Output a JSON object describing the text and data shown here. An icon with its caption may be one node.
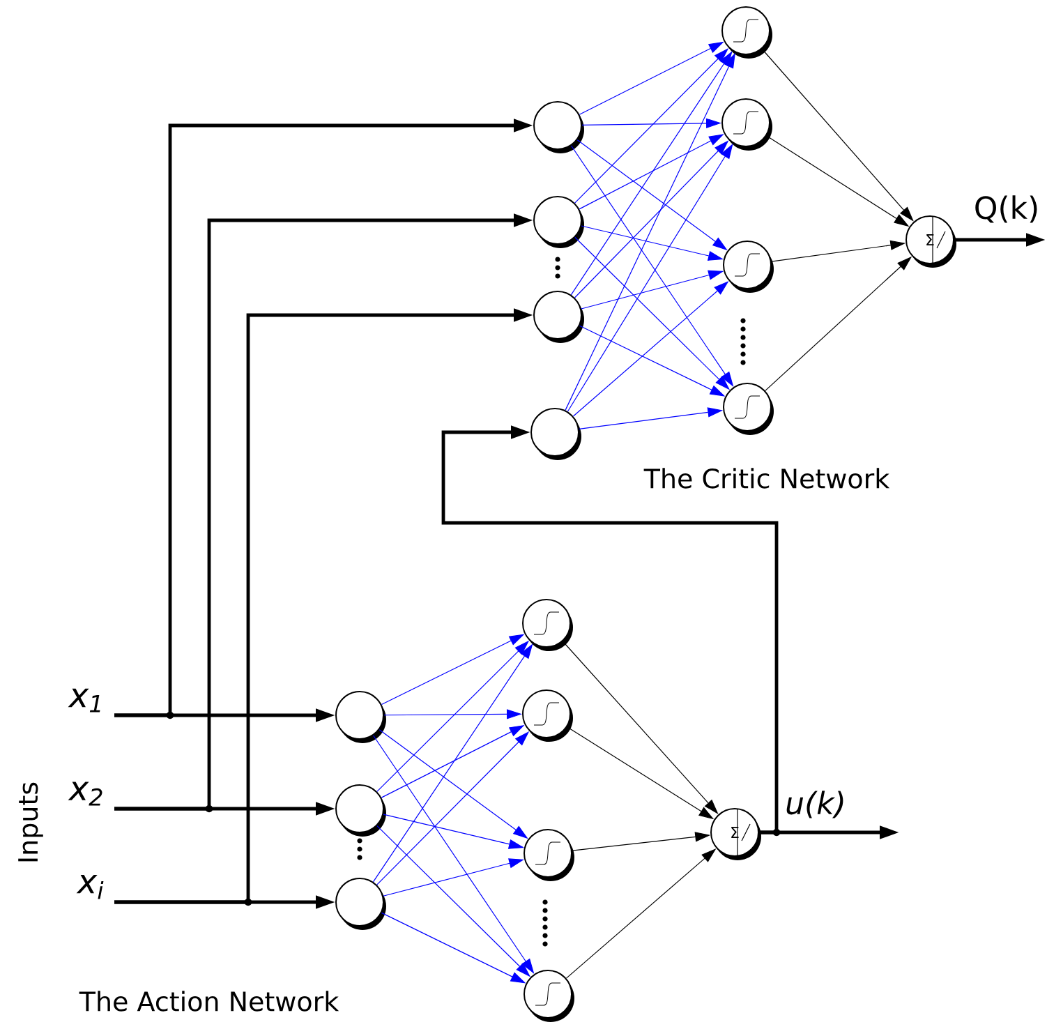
{
  "diagram": {
    "nodes": [
      {
        "text": [],
        "shape": "circle"
      },
      {
        "text": [],
        "shape": "circle"
      },
      {
        "text": [],
        "shape": "circle"
      },
      {
        "text": [],
        "shape": "circle"
      },
      {
        "text": [],
        "shape": "circle"
      },
      {
        "text": [],
        "shape": "circle"
      },
      {
        "text": [],
        "shape": "circle"
      },
      {
        "text": [],
        "shape": "circle"
      },
      {
        "text": [
          "Σ"
        ]
      },
      {
        "text": [
          "x$_{1}$"
        ]
      },
      {
        "text": [
          "x$_{2}$"
        ]
      },
      {
        "text": [
          "x$_{i}$"
        ]
      },
      {
        "text": [],
        "shape": "circle"
      },
      {
        "text": [],
        "shape": "circle"
      },
      {
        "text": [],
        "shape": "circle"
      },
      {
        "text": [],
        "shape": "circle"
      },
      {
        "text": [],
        "shape": "circle"
      },
      {
        "text": [],
        "shape": "circle"
      },
      {
        "text": [],
        "shape": "circle"
      },
      {
        "text": [
          "Σ"
        ]
      }
    ],
    "edges": [
      {
        "from": 0,
        "to": 4,
        "arrow": "to"
      },
      {
        "from": 0,
        "to": 5,
        "arrow": "to"
      },
      {
        "from": 0,
        "to": 6,
        "arrow": "to"
      },
      {
        "from": 0,
        "to": 7,
        "arrow": "to"
      },
      {
        "from": 1,
        "to": 4,
        "arrow": "to"
      },
      {
        "from": 1,
        "to": 5,
        "arrow": "to"
      },
      {
        "from": 1,
        "to": 6,
        "arrow": "to"
      },
      {
        "from": 1,
        "to": 7,
        "arrow": "to"
      },
      {
        "from": 2,
        "to": 4,
        "arrow": "to"
      },
      {
        "from": 2,
        "to": 5,
        "arrow": "to"
      },
      {
        "from": 2,
        "to": 6,
        "arrow": "to"
      },
      {
        "from": 2,
        "to": 7,
        "arrow": "to"
      },
      {
        "from": 3,
        "to": 4,
        "arrow": "to"
      },
      {
        "from": 3,
        "to": 5,
        "arrow": "to"
      },
      {
        "from": 3,
        "to": 6,
        "arrow": "to"
      },
      {
        "from": 3,
        "to": 7,
        "arrow": "to"
      },
      {
        "from": 4,
        "to": 8,
        "arrow": "to",
        "color": "#000000"
      },
      {
        "from": 5,
        "to": 8,
        "arrow": "to",
        "color": "#000000"
      },
      {
        "from": 6,
        "to": 8,
        "arrow": "to",
        "color": "#000000"
      },
      {
        "from": 7,
        "to": 8,
        "arrow": "to",
        "color": "#000000"
      },
      {
        "from": 8,
        "to": null,
        "arrow": "to",
        "label": "Q(k)",
        "style": "thick",
        "color": "#000000"
      },
      {
        "from": 9,
        "to": 12,
        "arrow": "to",
        "style": "thick",
        "color": "#000000"
      },
      {
        "from": 9,
        "to": 0,
        "arrow": "to",
        "style": "thick",
        "color": "#000000"
      },
      {
        "from": 10,
        "to": 13,
        "arrow": "to",
        "style": "thick",
        "color": "#000000"
      },
      {
        "from": 10,
        "to": 1,
        "arrow": "to",
        "style": "thick",
        "color": "#000000"
      },
      {
        "from": 11,
        "to": 14,
        "arrow": "to",
        "style": "thick",
        "color": "#000000"
      },
      {
        "from": 11,
        "to": 2,
        "arrow": "to",
        "style": "thick",
        "color": "#000000"
      },
      {
        "from": 12,
        "to": 15,
        "arrow": "to"
      },
      {
        "from": 12,
        "to": 16,
        "arrow": "to"
      },
      {
        "from": 12,
        "to": 17,
        "arrow": "to"
      },
      {
        "from": 12,
        "to": 18,
        "arrow": "to"
      },
      {
        "from": 13,
        "to": 15,
        "arrow": "to"
      },
      {
        "from": 13,
        "to": 16,
        "arrow": "to"
      },
      {
        "from": 13,
        "to": 17,
        "arrow": "to"
      },
      {
        "from": 13,
        "to": 18,
        "arrow": "to"
      },
      {
        "from": 14,
        "to": 15,
        "arrow": "to"
      },
      {
        "from": 14,
        "to": 16,
        "arrow": "to"
      },
      {
        "from": 14,
        "to": 17,
        "arrow": "to"
      },
      {
        "from": 14,
        "to": 18,
        "arrow": "to"
      },
      {
        "from": 15,
        "to": 19,
        "arrow": "to",
        "color": "#000000"
      },
      {
        "from": 16,
        "to": 19,
        "arrow": "to",
        "color": "#000000"
      },
      {
        "from": 17,
        "to": 19,
        "arrow": "to",
        "color": "#000000"
      },
      {
        "from": 18,
        "to": 19,
        "arrow": "to",
        "color": "#000000"
      },
      {
        "from": 19,
        "to": null,
        "arrow": "to",
        "label": "u(k)",
        "style": "thick",
        "color": "#000000"
      },
      {
        "from": 19,
        "to": 3,
        "arrow": "to",
        "style": "thick",
        "color": "#000000"
      }
    ],
    "labels": [
      "The Critic Network",
      "Inputs",
      "The Action Network"
    ]
  }
}
